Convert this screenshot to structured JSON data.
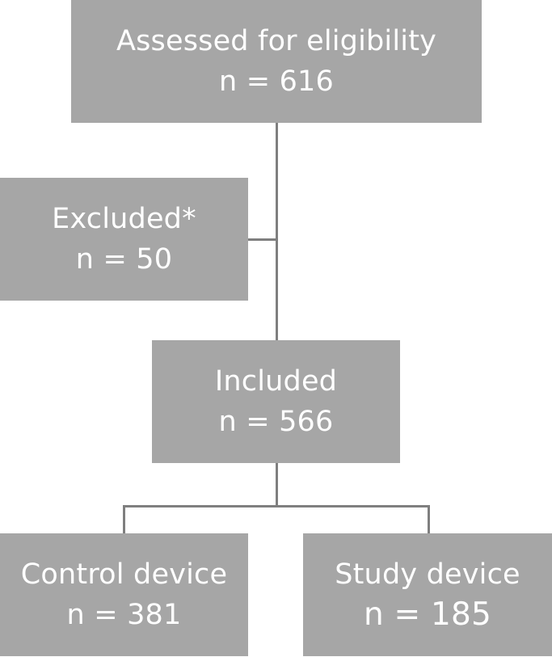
{
  "flowchart": {
    "assessed": {
      "label": "Assessed for eligibility",
      "count": "n = 616"
    },
    "excluded": {
      "label": "Excluded*",
      "count": "n = 50"
    },
    "included": {
      "label": "Included",
      "count": "n = 566"
    },
    "control": {
      "label": "Control device",
      "count": "n = 381"
    },
    "study": {
      "label": "Study device",
      "count": "n = 185"
    }
  },
  "colors": {
    "box_fill": "#a6a6a6",
    "box_text": "#ffffff",
    "connector": "#7f7f7f"
  }
}
